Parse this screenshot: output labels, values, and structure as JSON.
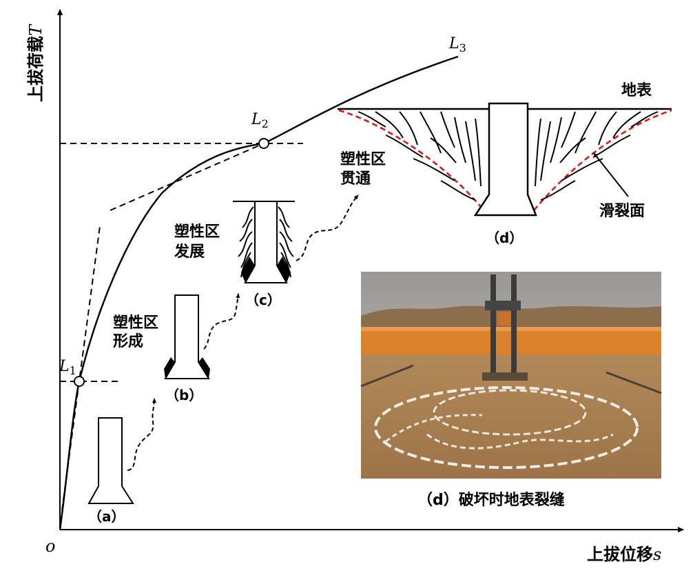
{
  "axes": {
    "y_label": "上拔荷载",
    "y_symbol": "T",
    "x_label": "上拔位移",
    "x_symbol": "s",
    "origin": "o"
  },
  "points": {
    "L1": "L",
    "L1_sub": "1",
    "L2": "L",
    "L2_sub": "2",
    "L3": "L",
    "L3_sub": "3"
  },
  "stages": {
    "a": "（a）",
    "b": "（b）",
    "c": "（c）",
    "d": "（d）"
  },
  "annotations": {
    "b_line1": "塑性区",
    "b_line2": "形成",
    "c_line1": "塑性区",
    "c_line2": "发展",
    "d_line1": "塑性区",
    "d_line2": "贯通",
    "ground_surface": "地表",
    "slip_surface": "滑裂面"
  },
  "photo": {
    "caption": "（d）破坏时地表裂缝"
  },
  "colors": {
    "curve": "#000000",
    "slip_surface": "#e01010",
    "photo_sky": "#8f8e8c",
    "photo_soil": "#b88a55",
    "photo_beam": "#d9822b"
  }
}
